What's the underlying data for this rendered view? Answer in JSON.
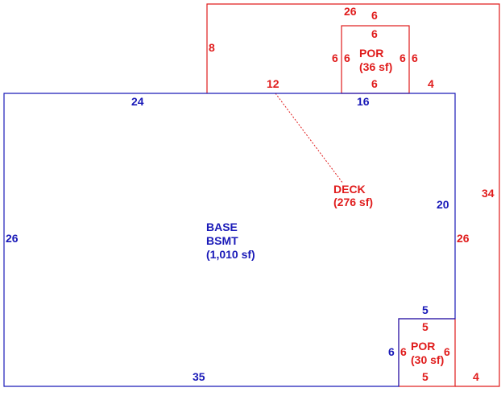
{
  "colors": {
    "base": "#1a1ab8",
    "addon": "#e01c1c",
    "background": "#ffffff"
  },
  "base_area": {
    "name_line1": "BASE",
    "name_line2": "BSMT",
    "area": "(1,010 sf)",
    "dims": {
      "top_left": "24",
      "top_right": "16",
      "left": "26",
      "bottom": "35",
      "right_upper": "20",
      "right_lower": "5",
      "notch_left": "6"
    }
  },
  "deck": {
    "name": "DECK",
    "area": "(276 sf)",
    "dims": {
      "top": "26",
      "left": "8",
      "right": "34",
      "inner_right": "26",
      "segment_12": "12",
      "segment_4_top": "4",
      "segment_4_bottom": "4"
    }
  },
  "porch_top": {
    "name": "POR",
    "area": "(36 sf)",
    "dims": {
      "top_outer": "6",
      "top_inner": "6",
      "left_outer": "6",
      "left_inner": "6",
      "right_inner": "6",
      "right_outer": "6",
      "bottom": "6"
    }
  },
  "porch_bottom": {
    "name": "POR",
    "area": "(30 sf)",
    "dims": {
      "top": "5",
      "left": "6",
      "right": "6",
      "bottom": "5"
    }
  }
}
